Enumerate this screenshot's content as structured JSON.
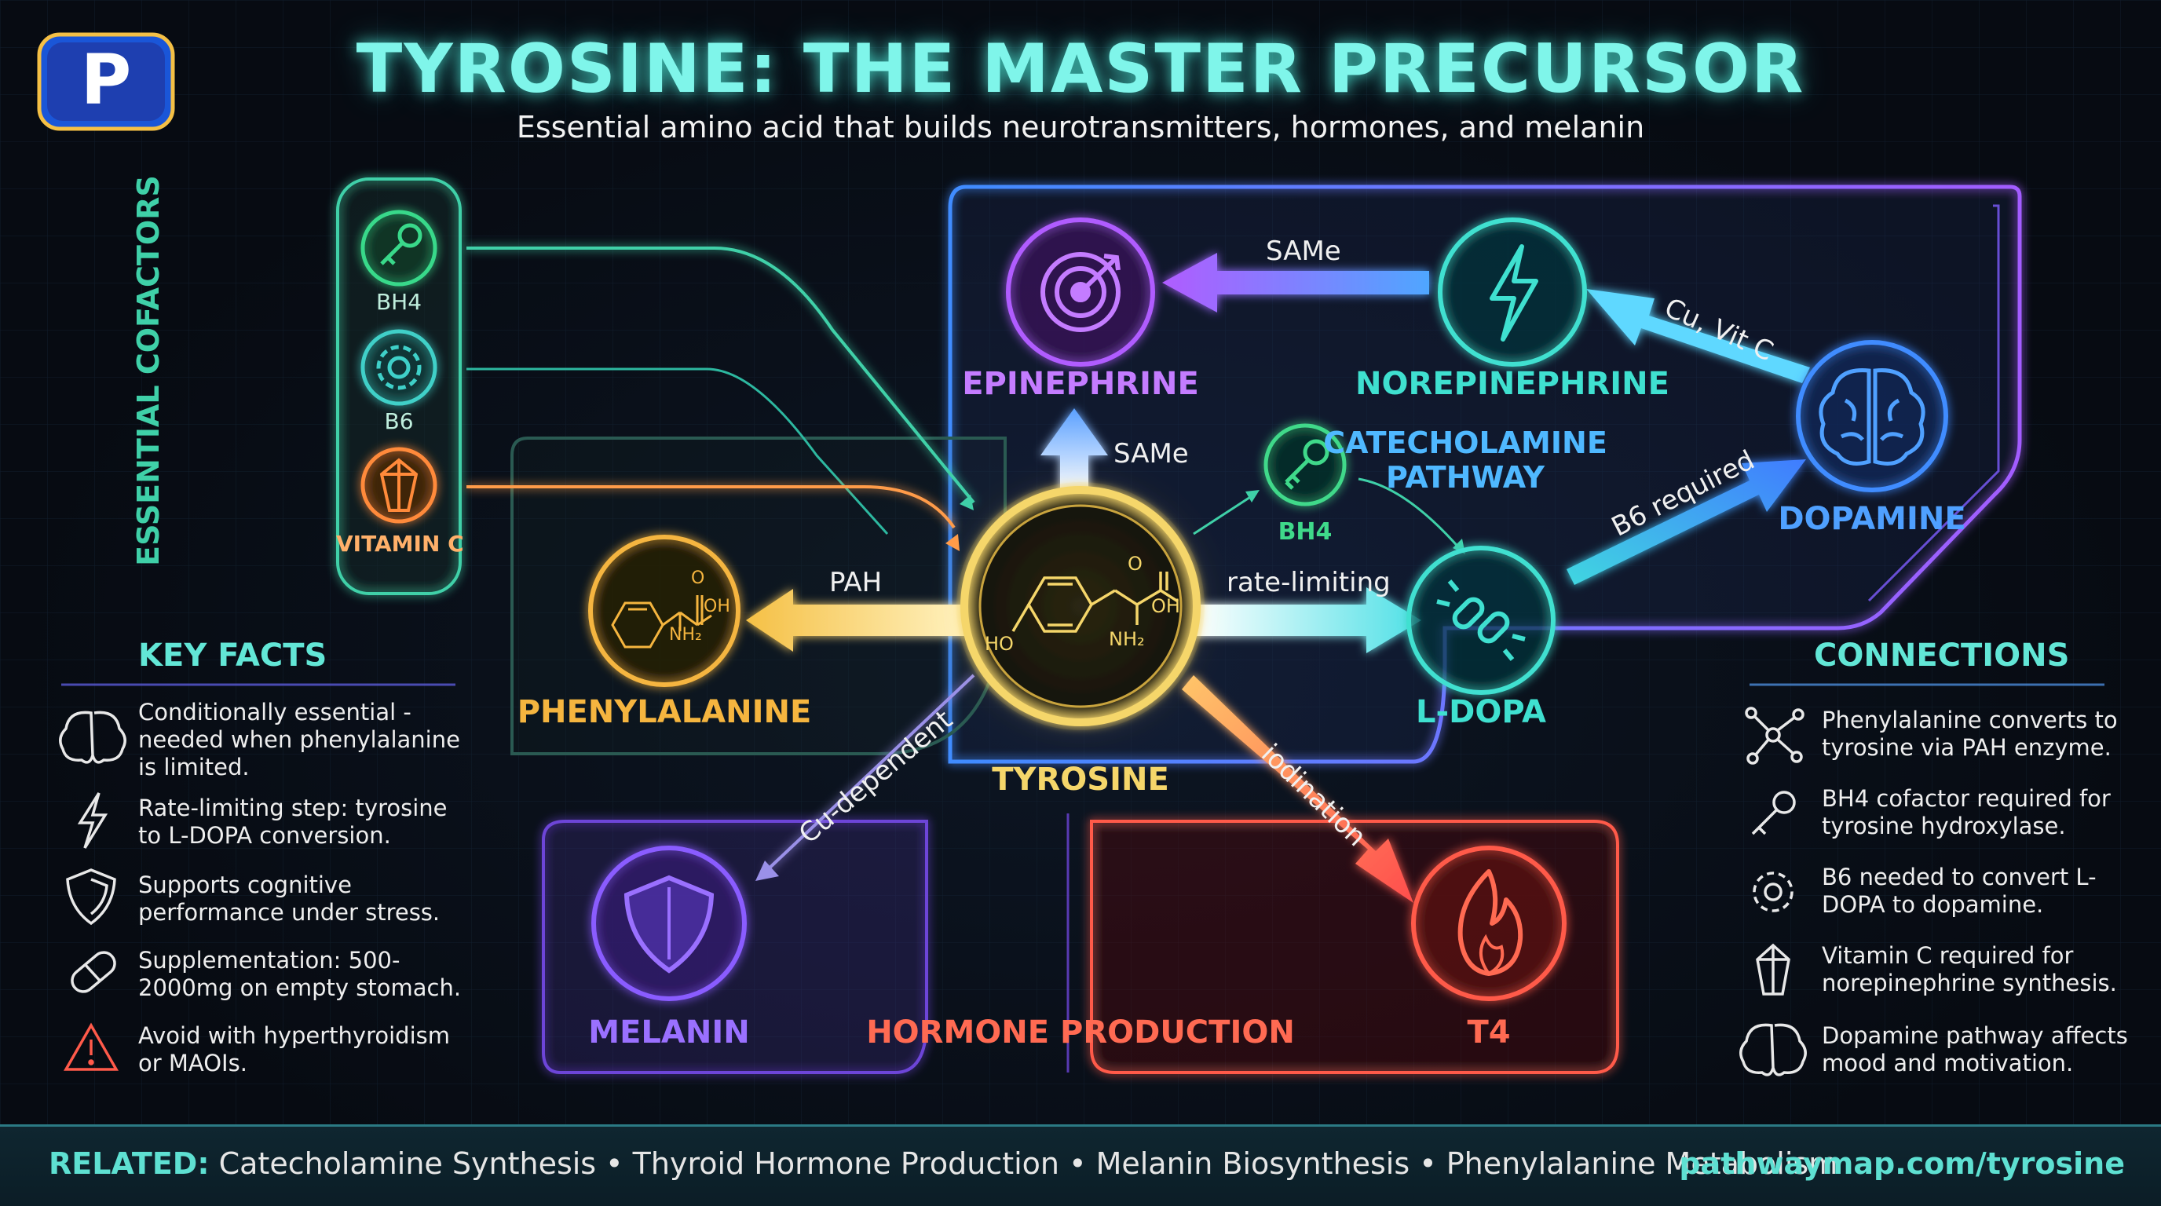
{
  "header": {
    "title": "TYROSINE: THE MASTER PRECURSOR",
    "subtitle": "Essential amino acid that builds neurotransmitters, hormones, and melanin",
    "logo_letter": "P"
  },
  "cofactors": {
    "title": "ESSENTIAL COFACTORS",
    "items": [
      {
        "label": "BH4",
        "icon": "key-icon",
        "color": "#39d98a"
      },
      {
        "label": "B6",
        "icon": "gear-icon",
        "color": "#3fd0c8"
      },
      {
        "label": "VITAMIN C",
        "icon": "crystal-icon",
        "color": "#ff8a3a"
      }
    ]
  },
  "nodes": {
    "tyrosine": {
      "label": "TYROSINE",
      "formula_ho": "HO",
      "formula_oh": "OH",
      "formula_nh": "NH₂",
      "formula_o": "O"
    },
    "phenylalanine": {
      "label": "PHENYLALANINE",
      "formula_oh": "OH",
      "formula_nh": "NH₂",
      "formula_o": "O"
    },
    "epinephrine": {
      "label": "EPINEPHRINE"
    },
    "norepinephrine": {
      "label": "NOREPINEPHRINE"
    },
    "dopamine": {
      "label": "DOPAMINE"
    },
    "ldopa": {
      "label": "L-DOPA"
    },
    "melanin": {
      "label": "MELANIN"
    },
    "t4": {
      "label": "T4"
    },
    "bh4_small": {
      "label": "BH4"
    }
  },
  "regions": {
    "catecholamine": {
      "line1": "CATECHOLAMINE",
      "line2": "PATHWAY"
    },
    "hormone": {
      "label": "HORMONE PRODUCTION"
    }
  },
  "edges": {
    "pah": "PAH",
    "same_up": "SAMe",
    "same_left": "SAMe",
    "cu_vitc": "Cu, Vit C",
    "b6_required": "B6 required",
    "rate_limiting": "rate-limiting",
    "cu_dependent": "Cu-dependent",
    "iodination": "iodination"
  },
  "key_facts": {
    "title": "KEY FACTS",
    "items": [
      {
        "icon": "brain-icon",
        "color": "#e8e8e8",
        "text": "Conditionally essential - needed when phenylalanine is limited."
      },
      {
        "icon": "lightning-icon",
        "color": "#e8e8e8",
        "text": "Rate-limiting step: tyrosine to L-DOPA conversion."
      },
      {
        "icon": "shield-icon",
        "color": "#e8e8e8",
        "text": "Supports cognitive performance under stress."
      },
      {
        "icon": "pill-icon",
        "color": "#e8e8e8",
        "text": "Supplementation: 500-2000mg on empty stomach."
      },
      {
        "icon": "warning-icon",
        "color": "#ff5a4a",
        "text": "Avoid with hyperthyroidism or MAOIs."
      }
    ]
  },
  "connections": {
    "title": "CONNECTIONS",
    "items": [
      {
        "icon": "network-icon",
        "text": "Phenylalanine converts to tyrosine via PAH enzyme."
      },
      {
        "icon": "key-icon",
        "text": "BH4 cofactor required for tyrosine hydroxylase."
      },
      {
        "icon": "gear-icon",
        "text": "B6 needed to convert L-DOPA to dopamine."
      },
      {
        "icon": "crystal-icon",
        "text": "Vitamin C required for norepinephrine synthesis."
      },
      {
        "icon": "brain-icon",
        "text": "Dopamine pathway affects mood and motivation."
      }
    ]
  },
  "footer": {
    "related_label": "RELATED:",
    "related_items": "Catecholamine Synthesis • Thyroid Hormone Production • Melanin Biosynthesis • Phenylalanine Metabolism",
    "url": "pathwaymap.com/tyrosine"
  },
  "colors": {
    "teal": "#3fe0d0",
    "purple": "#a35cff",
    "blue": "#3f8cff",
    "orange": "#ffb347",
    "red": "#ff5a4a",
    "gold": "#f5c045"
  }
}
